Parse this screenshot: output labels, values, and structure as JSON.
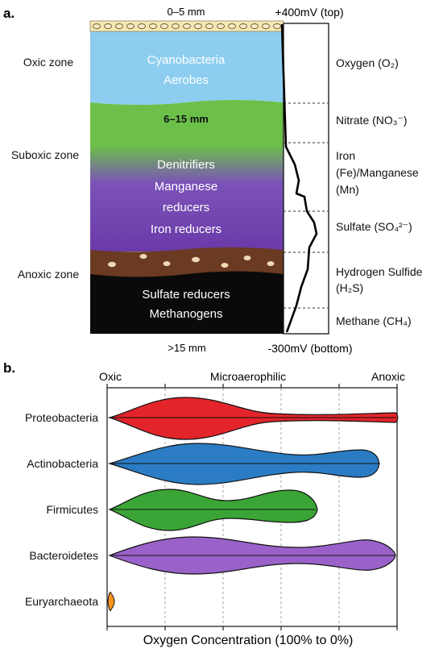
{
  "panel_a": {
    "label": "a.",
    "top_thickness": "0–5 mm",
    "mid_thickness": "6–15 mm",
    "bottom_thickness": ">15 mm",
    "redox_top": "+400mV (top)",
    "redox_bottom": "-300mV (bottom)",
    "zones": [
      {
        "label": "Oxic zone"
      },
      {
        "label": "Suboxic zone"
      },
      {
        "label": "Anoxic zone"
      }
    ],
    "organisms": [
      "Cyanobacteria",
      "Aerobes",
      "Denitrifiers",
      "Manganese",
      "reducers",
      "Iron reducers",
      "Sulfate reducers",
      "Methanogens"
    ],
    "acceptors": [
      {
        "name": "oxygen",
        "lines": [
          "Oxygen (O₂)"
        ]
      },
      {
        "name": "nitrate",
        "lines": [
          "Nitrate (NO₃⁻)"
        ]
      },
      {
        "name": "iron-manganese",
        "lines": [
          "Iron",
          "(Fe)/Manganese",
          "(Mn)"
        ]
      },
      {
        "name": "sulfate",
        "lines": [
          "Sulfate (SO₄²⁻)"
        ]
      },
      {
        "name": "hydrogen-sulfide",
        "lines": [
          "Hydrogen Sulfide",
          "(H₂S)"
        ]
      },
      {
        "name": "methane",
        "lines": [
          "Methane (CH₄)"
        ]
      }
    ],
    "colors": {
      "surface": "#f5e6b5",
      "oxic": "#8dcdf0",
      "suboxic_top": "#6cc04a",
      "suboxic_mid": "#7b52b8",
      "suboxic_bottom": "#6a3aa8",
      "sediment": "#6b3a22",
      "anoxic": "#0a0a0a",
      "pebble": "#f0d9b5"
    }
  },
  "panel_b": {
    "label": "b.",
    "top_labels": [
      "Oxic",
      "Microaerophilic",
      "Anoxic"
    ],
    "xlabel": "Oxygen Concentration (100% to 0%)",
    "series": [
      {
        "name": "Proteobacteria",
        "color": "#e3242b"
      },
      {
        "name": "Actinobacteria",
        "color": "#2b7cc4"
      },
      {
        "name": "Firmicutes",
        "color": "#3aa536"
      },
      {
        "name": "Bacteroidetes",
        "color": "#9a62c9"
      },
      {
        "name": "Euryarchaeota",
        "color": "#f7941d"
      }
    ]
  }
}
